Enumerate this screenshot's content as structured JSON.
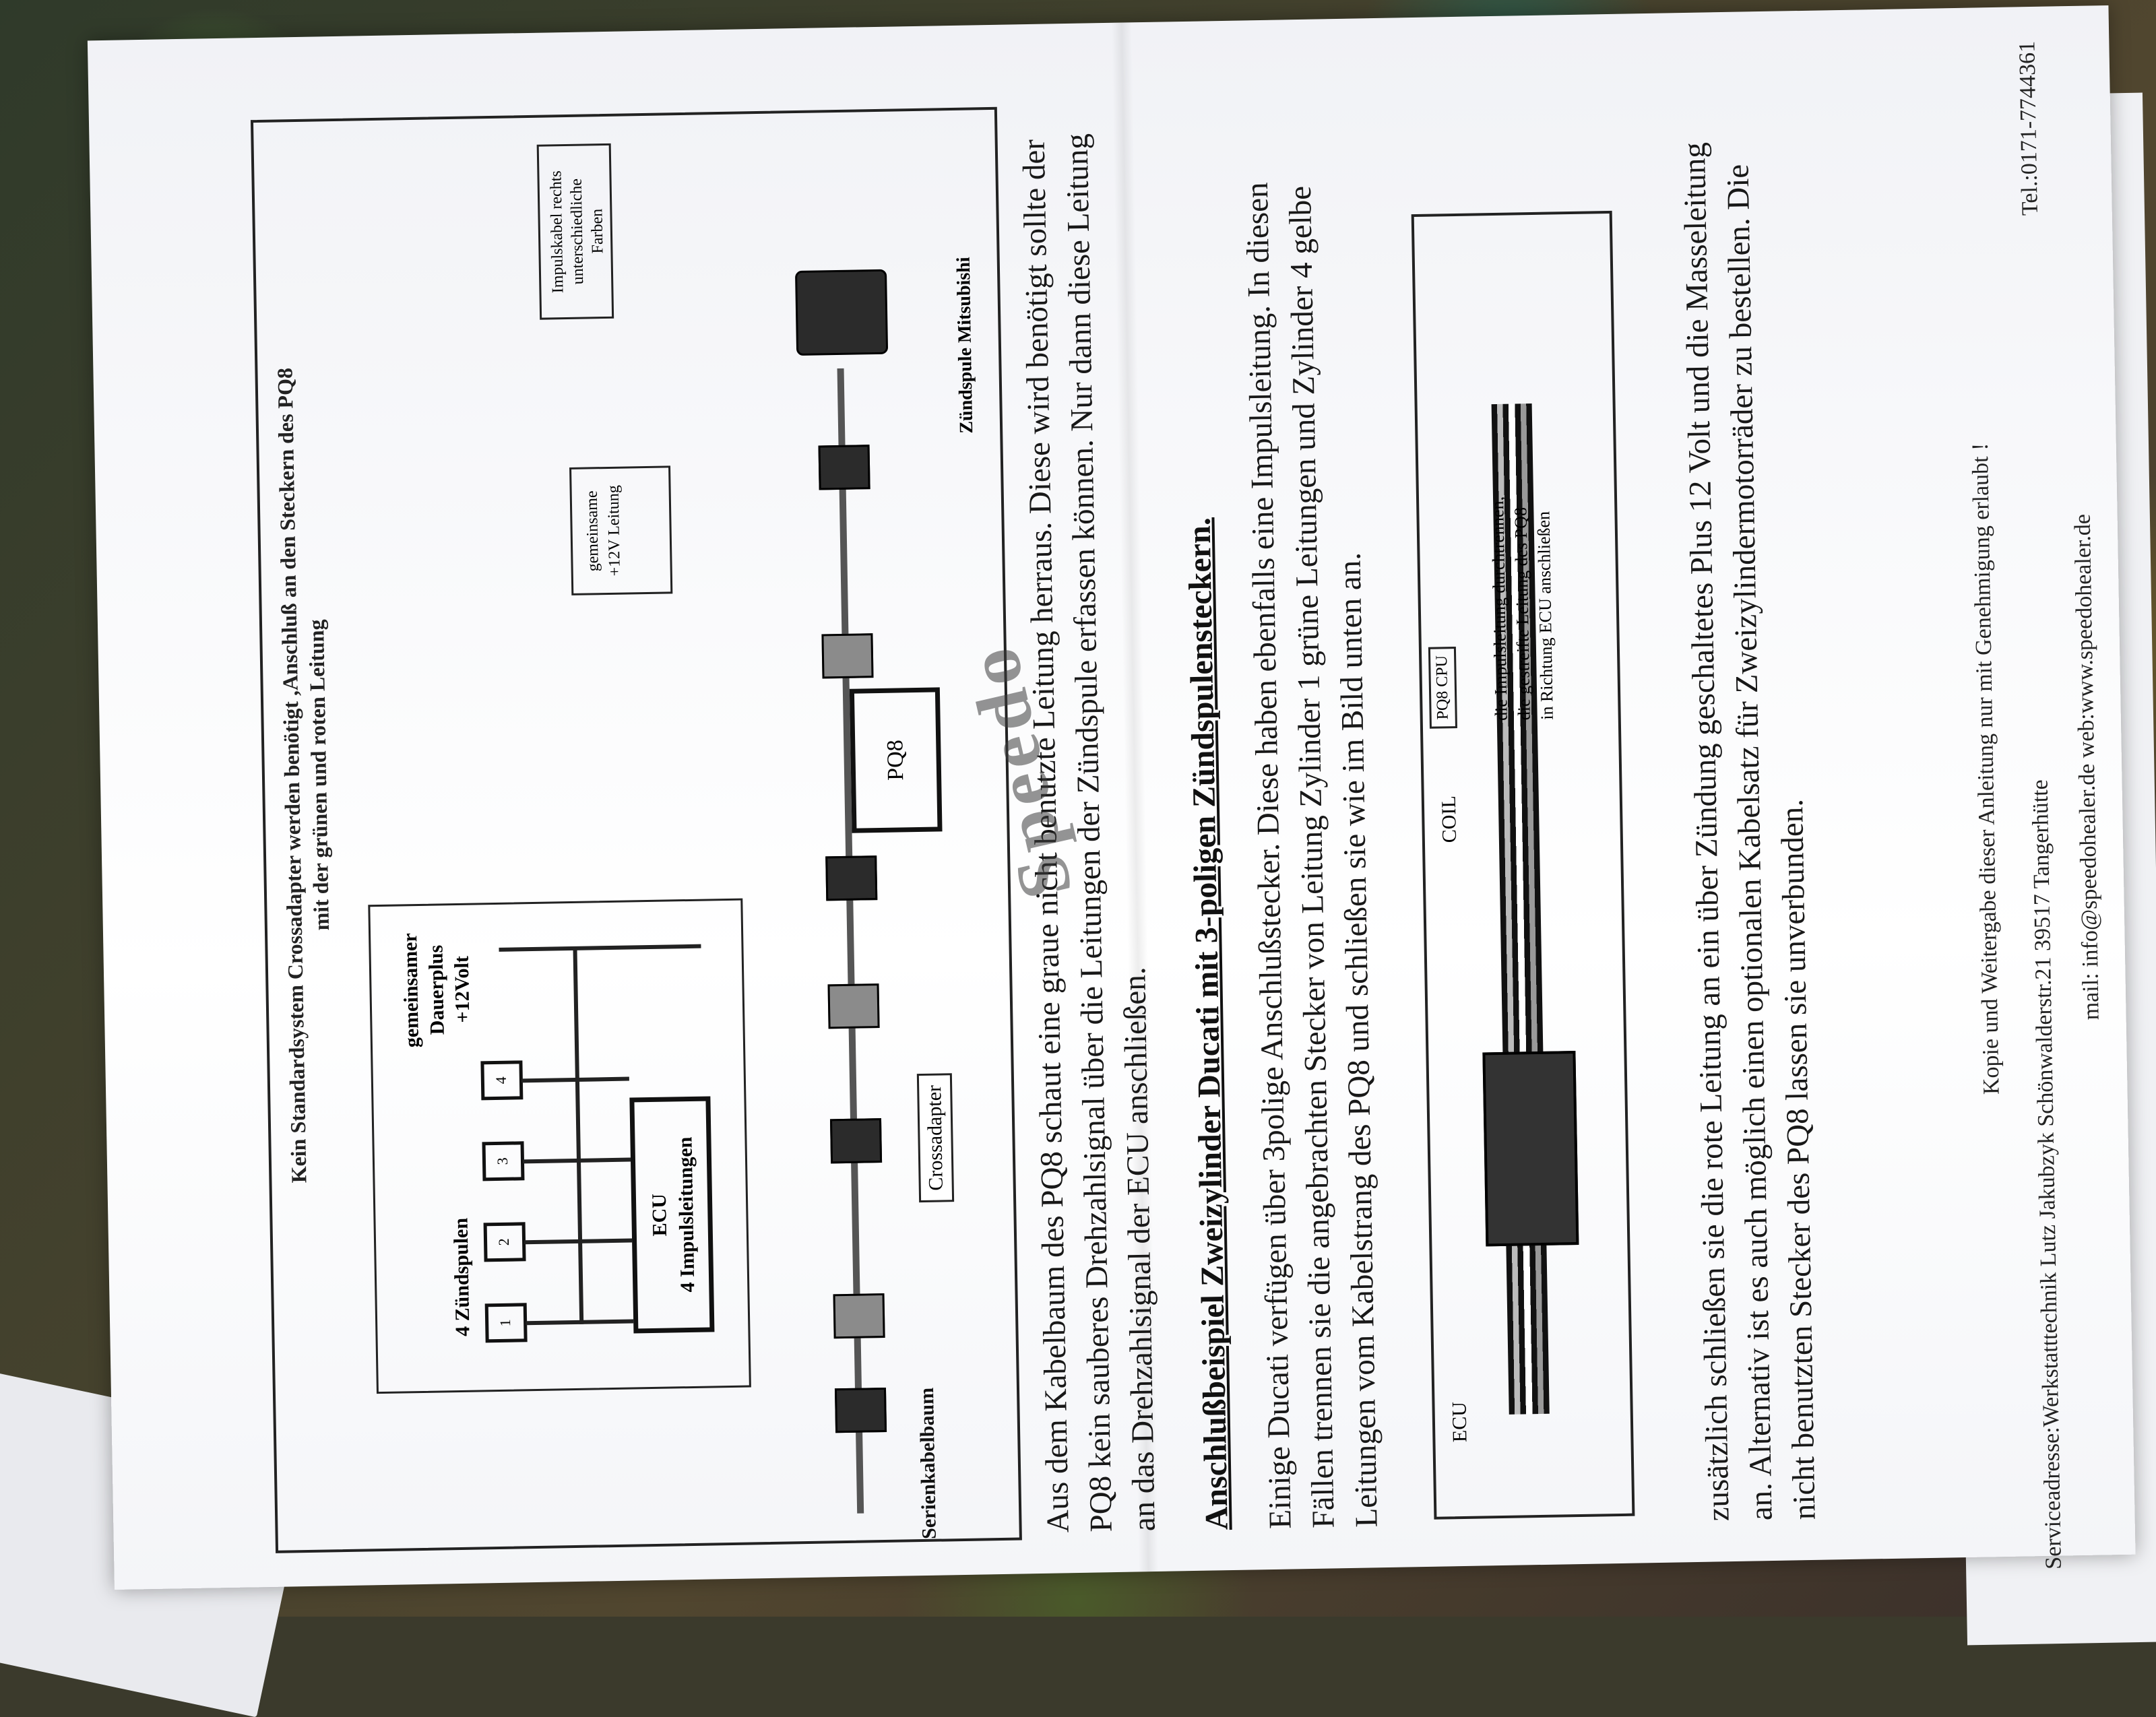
{
  "diagram": {
    "title_line1": "Kein Standardsystem Crossadapter werden benötigt ,Anschluß an den Steckern des PQ8",
    "title_line2": "mit der grünen und roten Leitung",
    "coils_label": "4 Zündspulen",
    "coil_numbers": [
      "1",
      "2",
      "3",
      "4"
    ],
    "ecu_line1": "ECU",
    "ecu_line2": "4 Impulsleitungen",
    "plus_line1": "gemeinsamer",
    "plus_line2": "Dauerplus",
    "plus_line3": "+12Volt",
    "harness_label": "Serienkabelbaum",
    "cross_label": "Crossadapter",
    "pq8_label": "PQ8",
    "supply_line1": "gemeinsame",
    "supply_line2": "+12V Leitung",
    "pulse_line1": "Impulskabel rechts",
    "pulse_line2": "unterschiedliche",
    "pulse_line3": "Farben",
    "mitsu_label": "Zündspule Mitsubishi"
  },
  "text": {
    "para1": "Aus dem Kabelbaum des PQ8 schaut eine graue nicht benutzte Leitung herraus. Diese wird benötigt sollte der PQ8 kein sauberes Drehzahlsignal über die Leitungen der Zündspule erfassen können. Nur dann diese Leitung an das Drehzahlsignal der ECU anschließen.",
    "heading": "Anschlußbeispiel Zweizylinder Ducati mit 3-poligen Zündspulensteckern.",
    "para2": "Einige Ducati verfügen über 3polige Anschlußstecker. Diese haben ebenfalls eine Impulsleitung. In diesen Fällen trennen sie die angebrachten Stecker von Leitung Zylinder 1 grüne Leitungen und Zylinder 4 gelbe Leitungen vom Kabelstrang des PQ8 und schließen sie wie im Bild unten an.",
    "para3": "zusätzlich schließen sie die rote Leitung an ein über Zündung geschaltetes Plus 12 Volt und die Masseleitung an. Alternativ ist es auch möglich einen optionalen Kabelsatz für Zweizylindermotorräder zu bestellen. Die nicht benutzten Stecker des PQ8 lassen sie unverbunden."
  },
  "lower_diagram": {
    "ecu_label": "ECU",
    "coil_label": "COIL",
    "cpu_label": "PQ8 CPU",
    "note_line1": "die Impulsleitung durchtrennen,",
    "note_line2": "die gestreifte Leitung des PQ8",
    "note_line3": "in Richtung ECU anschließen"
  },
  "footer": {
    "copy": "Kopie und Weitergabe dieser Anleitung nur mit Genehmigung erlaubt !",
    "address": "Serviceadresse:Werkstatttechnik Lutz Jakubzyk Schönwalderstr.21 39517 Tangerhütte",
    "phone": "Tel.:0171-7744361",
    "mail": "mail: info@speedohealer.de web:www.speedohealer.de"
  },
  "stamp_text": "Speedo"
}
